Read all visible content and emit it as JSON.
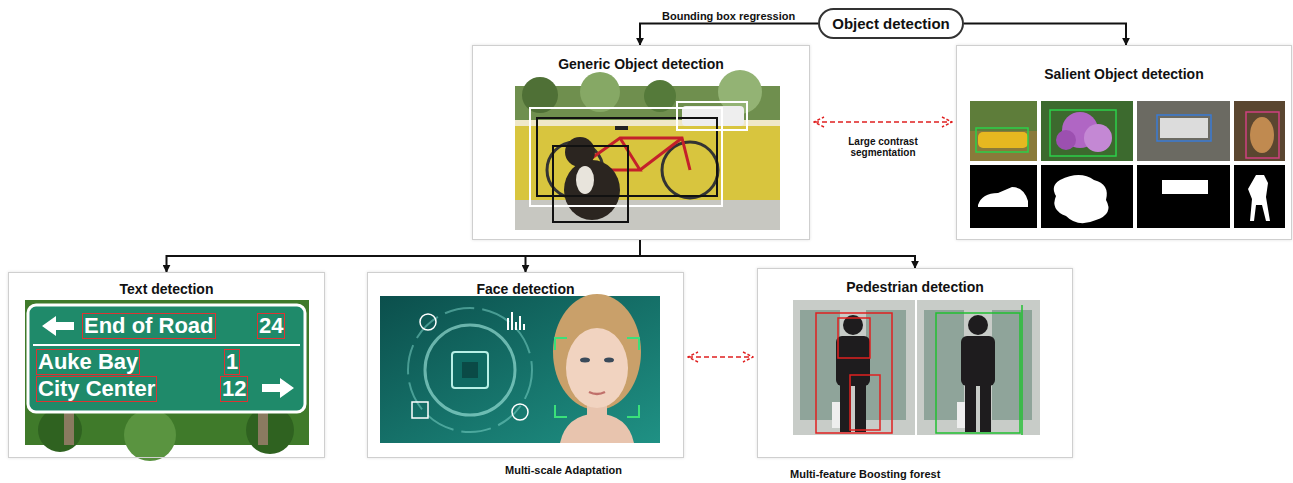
{
  "diagram": {
    "nodes": [
      {
        "text": [
          "Object detection"
        ]
      },
      {
        "text": [
          "Generic Object detection"
        ]
      },
      {
        "text": [
          "Salient Object detection"
        ]
      },
      {
        "text": [
          "Text detection"
        ]
      },
      {
        "text": [
          "Face detection"
        ]
      },
      {
        "text": [
          "Pedestrian detection"
        ]
      }
    ],
    "edges": [
      {
        "from": 0,
        "to": 1,
        "arrow": "to",
        "label": "Bounding box regression"
      },
      {
        "from": 0,
        "to": 2,
        "arrow": "to"
      },
      {
        "from": 1,
        "to": 2,
        "arrow": "both",
        "label": "Large contrast segmentation"
      },
      {
        "from": 1,
        "to": 3,
        "arrow": "to"
      },
      {
        "from": 1,
        "to": 4,
        "arrow": "to"
      },
      {
        "from": 1,
        "to": 5,
        "arrow": "to"
      },
      {
        "from": 4,
        "to": 5,
        "arrow": "both"
      }
    ],
    "labels": [
      "Multi-scale Adaptation",
      "Multi-feature Boosting forest",
      "End of Road",
      "24",
      "Auke Bay",
      "1",
      "City Center",
      "12"
    ]
  }
}
